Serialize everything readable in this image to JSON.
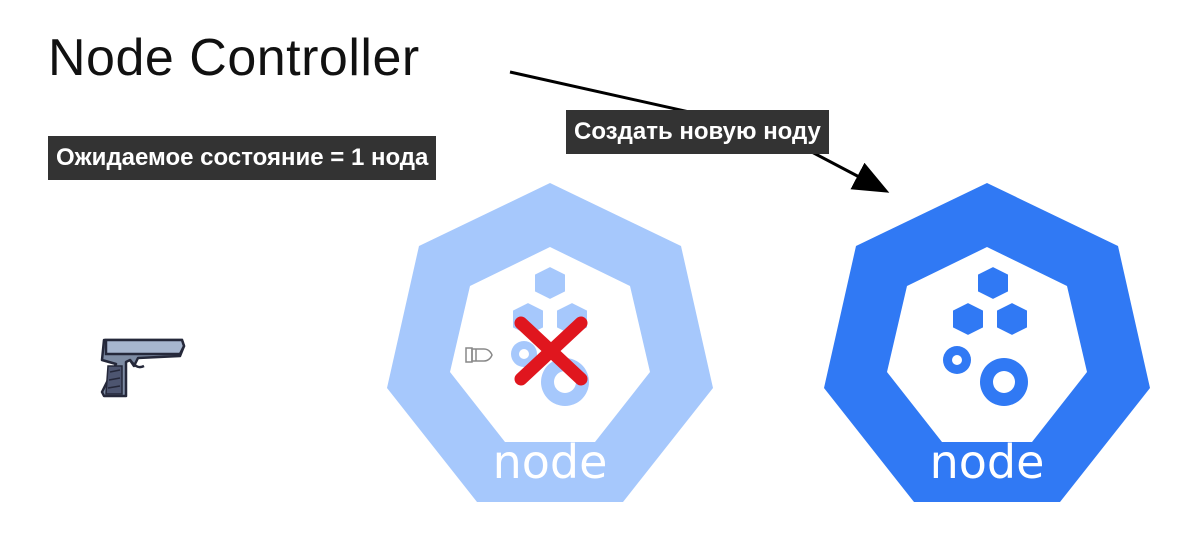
{
  "title": "Node Controller",
  "labels": {
    "desired_state": "Ожидаемое состояние = 1 нода",
    "create_node": "Создать новую ноду"
  },
  "nodes": [
    {
      "label": "node",
      "state": "failed",
      "color": "#a6c8fc"
    },
    {
      "label": "node",
      "state": "active",
      "color": "#3079f4"
    }
  ],
  "colors": {
    "failed_mark": "#e0161e",
    "box_label_bg": "#333333"
  },
  "icons": [
    "pistol-icon",
    "bullet-icon",
    "cross-icon",
    "cubes-icon",
    "gears-icon"
  ]
}
